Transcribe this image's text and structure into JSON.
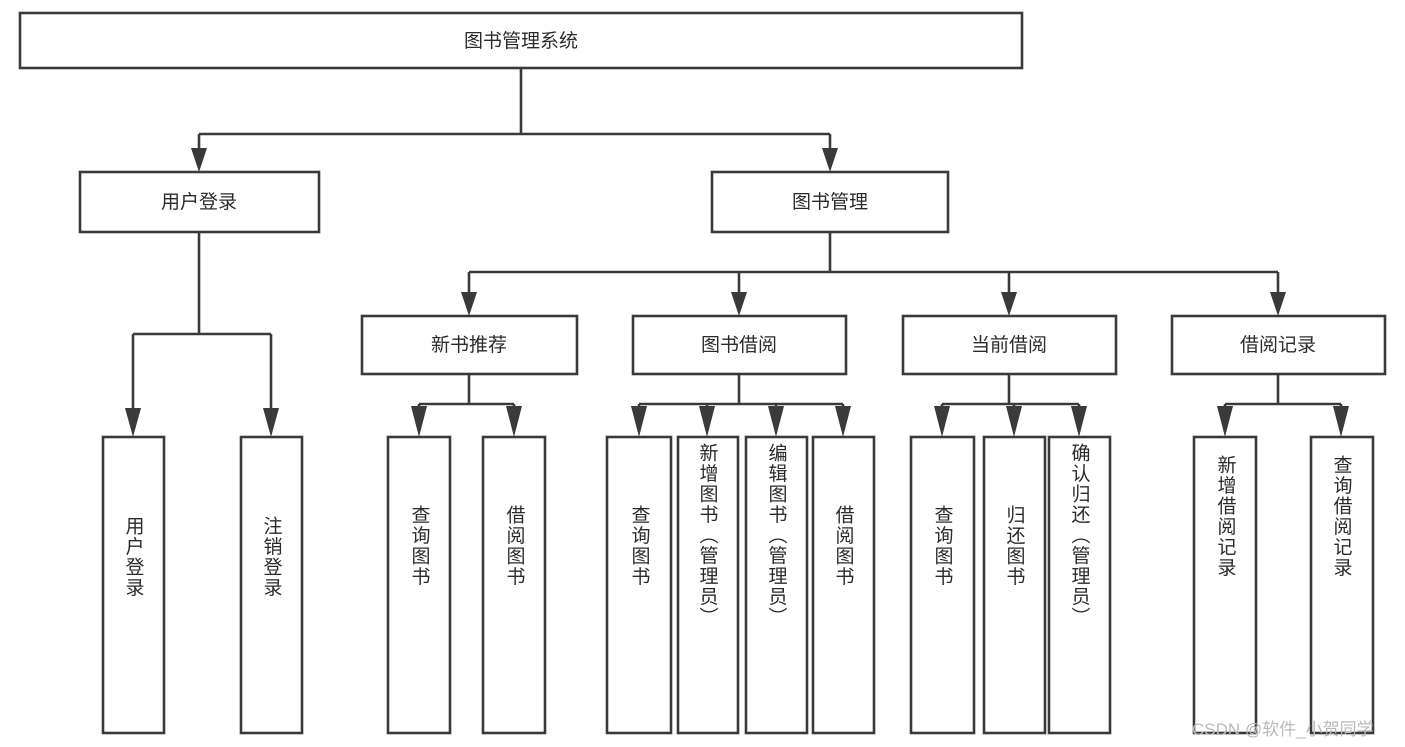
{
  "diagram": {
    "type": "tree",
    "title": "图书管理系统",
    "root": {
      "label": "图书管理系统",
      "level": 0
    },
    "level1": [
      {
        "label": "用户登录"
      },
      {
        "label": "图书管理"
      }
    ],
    "level2": [
      {
        "label": "新书推荐",
        "parent": "图书管理"
      },
      {
        "label": "图书借阅",
        "parent": "图书管理"
      },
      {
        "label": "当前借阅",
        "parent": "图书管理"
      },
      {
        "label": "借阅记录",
        "parent": "图书管理"
      }
    ],
    "leaves_user_login": [
      {
        "label": "用户登录"
      },
      {
        "label": "注销登录"
      }
    ],
    "leaves_new_book": [
      {
        "label": "查询图书"
      },
      {
        "label": "借阅图书"
      }
    ],
    "leaves_borrow": [
      {
        "label": "查询图书"
      },
      {
        "label": "新增图书（管理员）"
      },
      {
        "label": "编辑图书（管理员）"
      },
      {
        "label": "借阅图书"
      }
    ],
    "leaves_current": [
      {
        "label": "查询图书"
      },
      {
        "label": "归还图书"
      },
      {
        "label": "确认归还（管理员）"
      }
    ],
    "leaves_records": [
      {
        "label": "新增借阅记录"
      },
      {
        "label": "查询借阅记录"
      }
    ]
  },
  "watermark": {
    "text": "CSDN @软件_小贺同学"
  },
  "colors": {
    "stroke": "#3a3a3a",
    "box_fill": "#ffffff",
    "text": "#2b2b2b",
    "watermark": "#b9b9b9",
    "background": "#ffffff"
  }
}
